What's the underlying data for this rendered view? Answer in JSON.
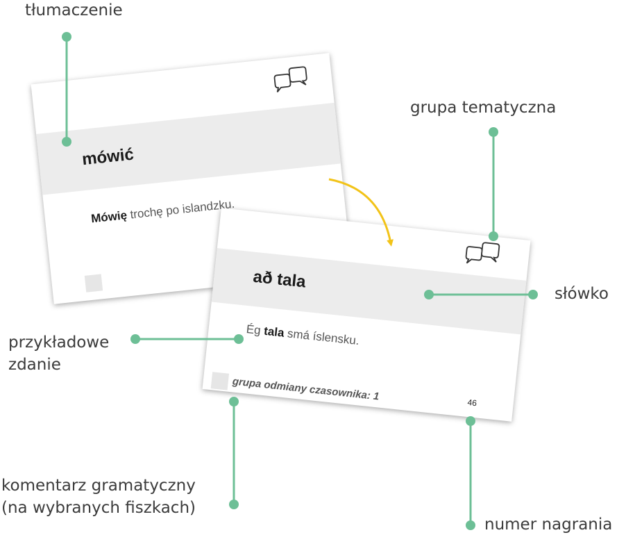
{
  "labels": {
    "translation": "tłumaczenie",
    "theme_group": "grupa tematyczna",
    "word": "słówko",
    "example_line1": "przykładowe",
    "example_line2": "zdanie",
    "grammar_line1": "komentarz gramatyczny",
    "grammar_line2": "(na wybranych fiszkach)",
    "recording": "numer nagrania"
  },
  "back_card": {
    "word": "mówić",
    "sentence_bold": "Mówię",
    "sentence_rest": " trochę po islandzku."
  },
  "front_card": {
    "word": "að tala",
    "sentence_pre": "Ég ",
    "sentence_bold": "tala",
    "sentence_rest": " smá íslensku.",
    "grammar": "grupa odmiany czasownika: 1",
    "number": "46"
  },
  "colors": {
    "leader": "#6dbf96",
    "arrow": "#f2c318",
    "band": "#ececec",
    "label_text": "#3b3b3b"
  },
  "icons": {
    "theme": "speech-bubbles-icon"
  }
}
